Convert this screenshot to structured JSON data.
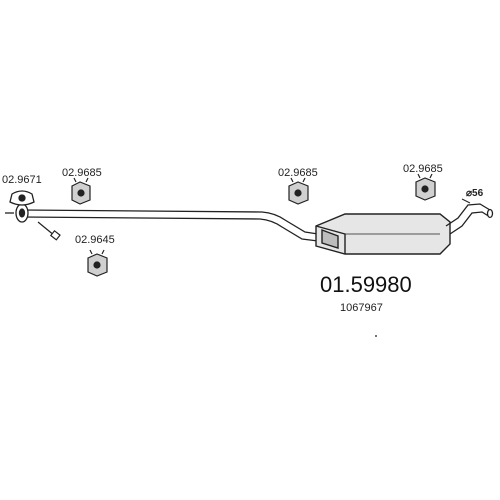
{
  "diagram": {
    "main_part_number": "01.59980",
    "oe_number": "1067967",
    "diameter_label": "⌀56",
    "callouts": [
      {
        "id": "clamp-front",
        "part_number": "02.9671"
      },
      {
        "id": "hanger-1",
        "part_number": "02.9685"
      },
      {
        "id": "hanger-2",
        "part_number": "02.9645"
      },
      {
        "id": "hanger-3",
        "part_number": "02.9685"
      },
      {
        "id": "hanger-4",
        "part_number": "02.9685"
      }
    ],
    "colors": {
      "line": "#222222",
      "muffler_fill": "#e6e6e6",
      "background": "#ffffff"
    }
  }
}
